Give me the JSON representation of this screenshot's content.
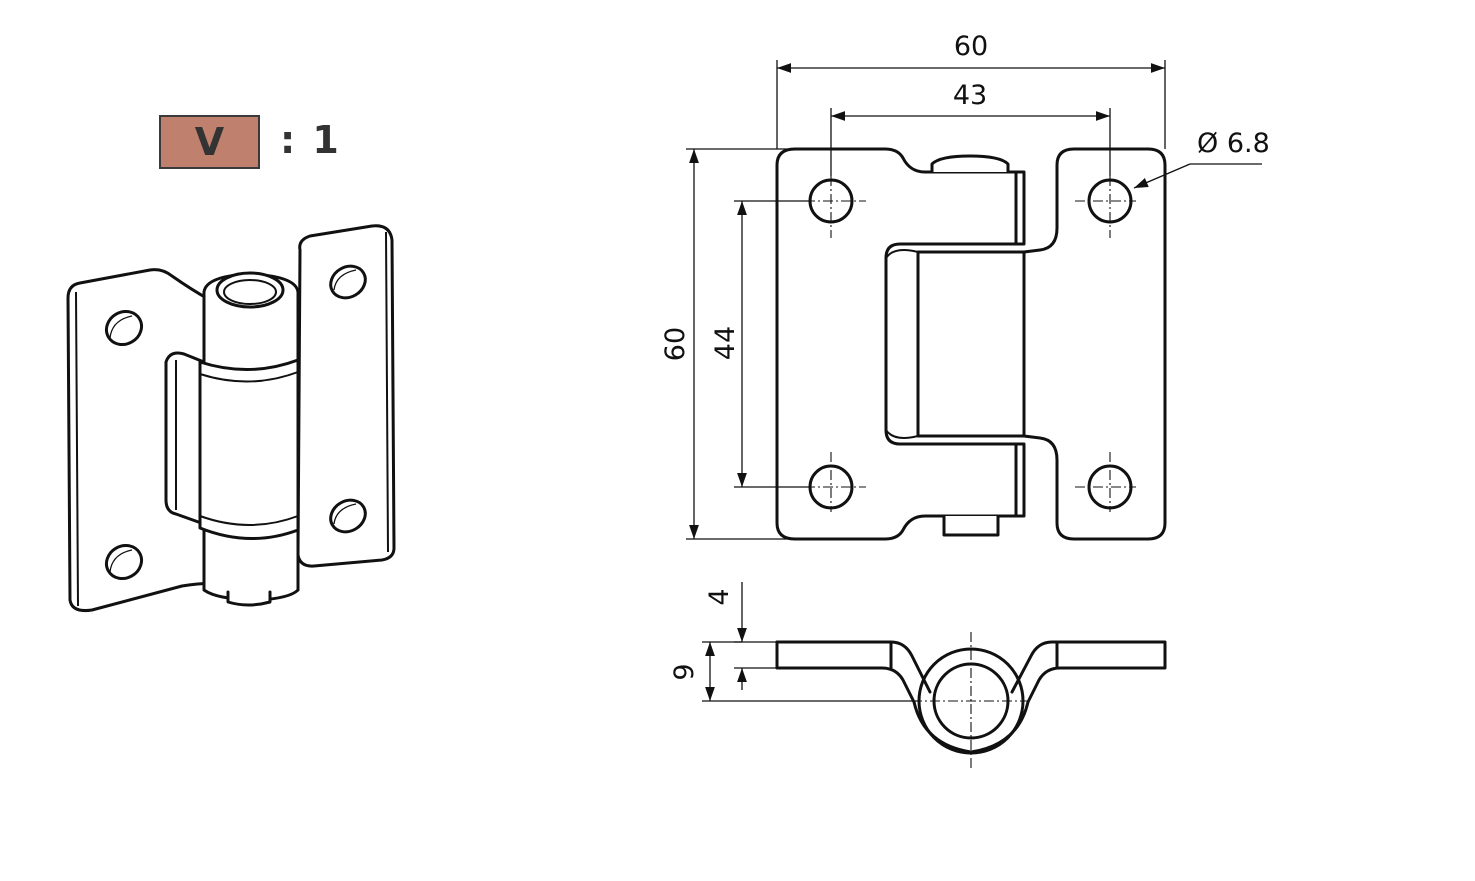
{
  "scale": {
    "box_text": "V",
    "suffix_text": ": 1",
    "box_color": "#c0806e"
  },
  "dimensions": {
    "overall_width": "60",
    "hole_spacing_horizontal": "43",
    "hole_diameter": "Ø 6.8",
    "overall_height": "60",
    "hole_spacing_vertical": "44",
    "leaf_thickness": "4",
    "knuckle_height": "9"
  }
}
